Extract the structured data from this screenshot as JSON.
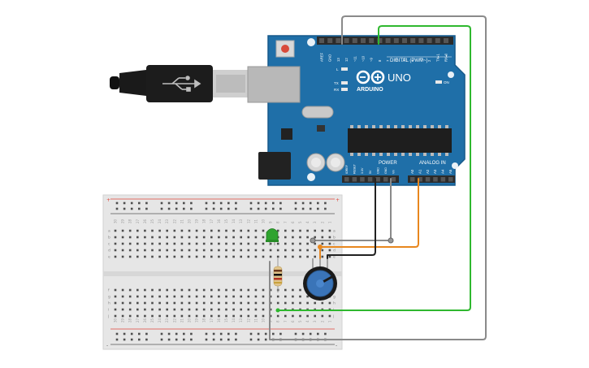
{
  "arduino": {
    "logo_text": "ARDUINO",
    "model": "UNO",
    "header_digital": "DIGITAL (PWM~)",
    "header_power": "POWER",
    "header_analog": "ANALOG IN",
    "label_on": "ON",
    "label_l": "L",
    "label_tx": "TX",
    "label_rx": "RX",
    "top_pins": [
      "AREF",
      "GND",
      "13",
      "12",
      "~11",
      "~10",
      "~9",
      "8",
      "7",
      "~6",
      "~5",
      "4",
      "~3",
      "2",
      "TX▸1",
      "RX◂0"
    ],
    "power_pins": [
      "IOREF",
      "RESET",
      "3.3V",
      "5V",
      "GND",
      "GND",
      "Vin"
    ],
    "analog_pins": [
      "A0",
      "A1",
      "A2",
      "A3",
      "A4",
      "A5"
    ],
    "colors": {
      "board": "#1f6fa8",
      "header": "#2b2b2b",
      "chip": "#1e1e1e"
    }
  },
  "breadboard": {
    "row_letters_top": [
      "a",
      "b",
      "c",
      "d",
      "e"
    ],
    "row_letters_bottom": [
      "f",
      "g",
      "h",
      "i",
      "j"
    ],
    "plus_label": "+",
    "minus_label": "-",
    "column_numbers": [
      "30",
      "29",
      "28",
      "27",
      "26",
      "25",
      "24",
      "23",
      "22",
      "21",
      "20",
      "19",
      "18",
      "17",
      "16",
      "15",
      "14",
      "13",
      "12",
      "11",
      "10",
      "9",
      "8",
      "7",
      "6",
      "5",
      "4",
      "3",
      "2",
      "1"
    ],
    "colors": {
      "body": "#e6e6e6",
      "rail_red": "#e0463c",
      "rail_black": "#555555"
    }
  },
  "components": {
    "led_color": "#2fa32f",
    "pot_color": "#3a74b8"
  },
  "wires": {
    "colors": {
      "gray": "#8a8a8a",
      "green": "#2fb82f",
      "orange": "#e8871e",
      "black": "#222222"
    }
  }
}
